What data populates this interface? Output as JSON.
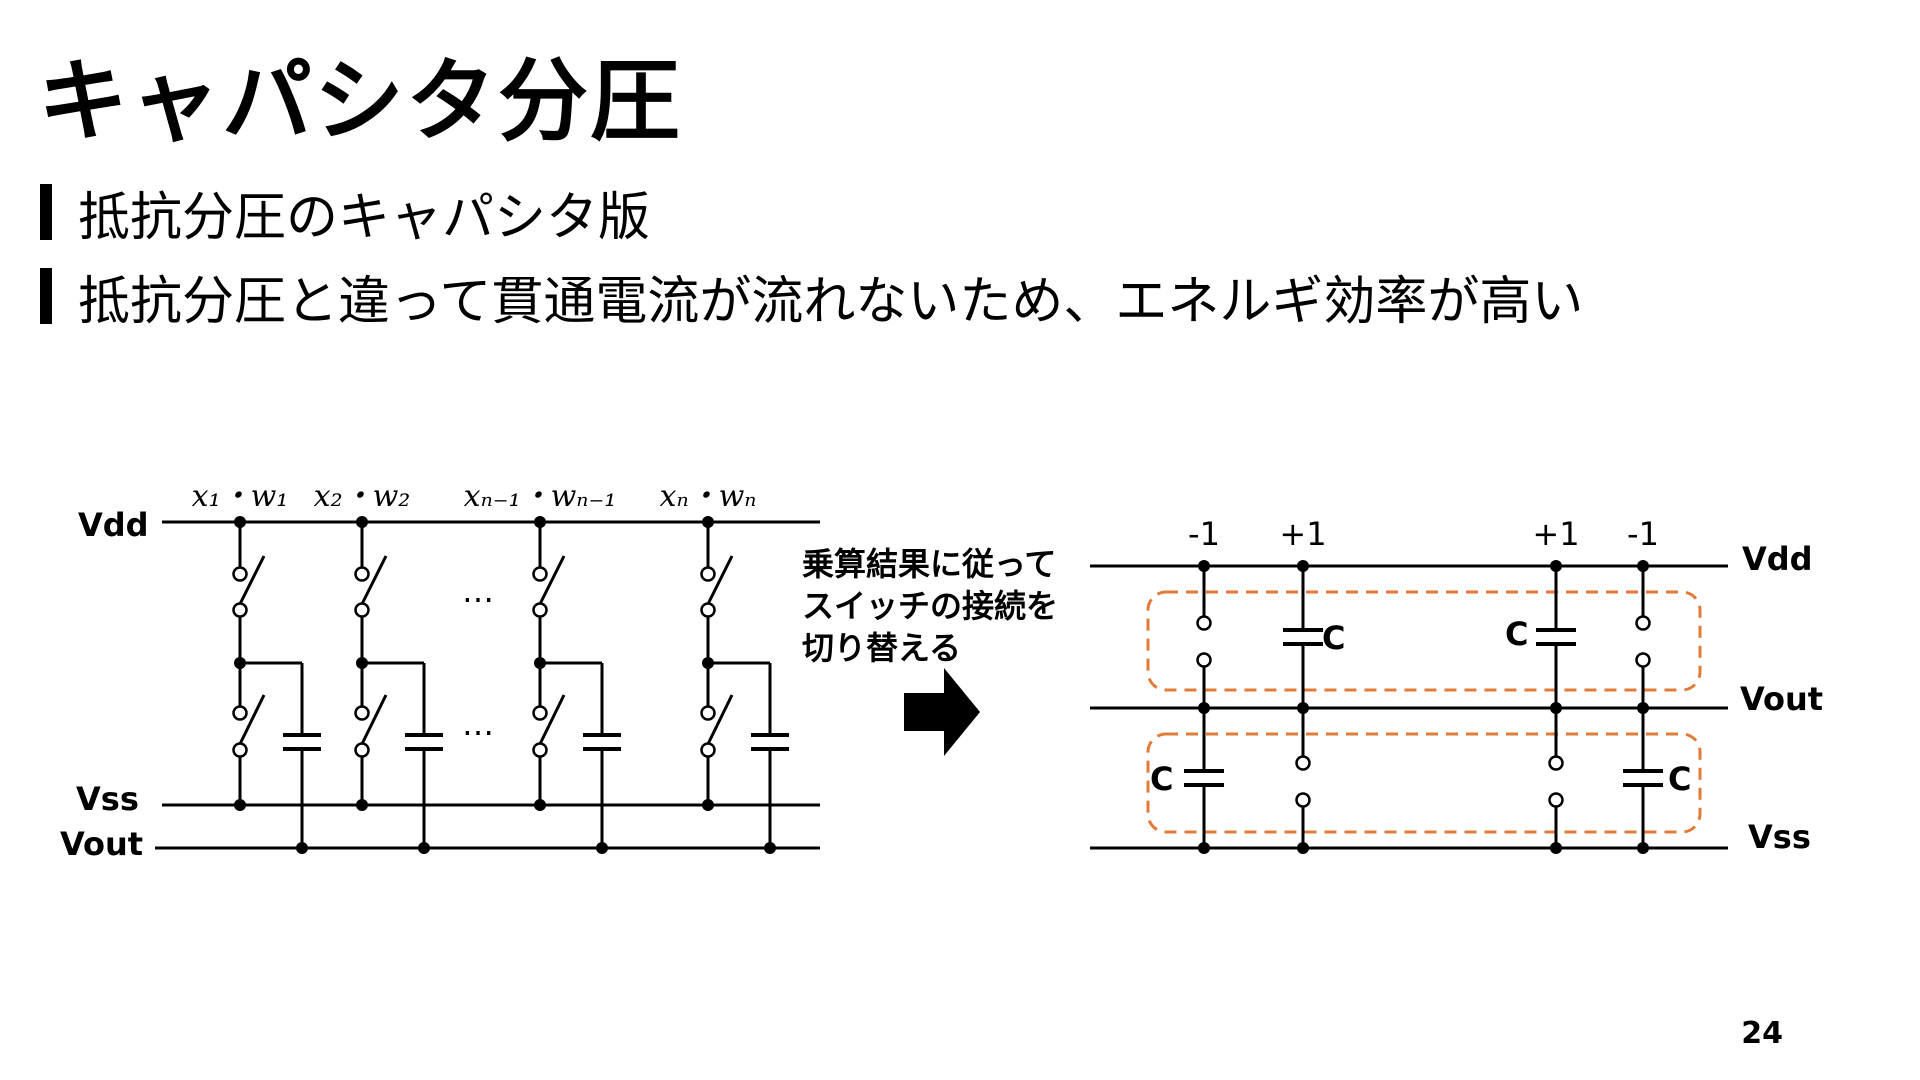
{
  "slide": {
    "title": "キャパシタ分圧",
    "bullets": [
      "抵抗分圧のキャパシタ版",
      "抵抗分圧と違って貫通電流が流れないため、エネルギ効率が高い"
    ],
    "page_number": "24"
  },
  "left_circuit": {
    "vdd": "Vdd",
    "vss": "Vss",
    "vout": "Vout",
    "weights": [
      "x₁・w₁",
      "x₂・w₂",
      "xₙ₋₁・wₙ₋₁",
      "xₙ・wₙ"
    ],
    "ellipsis": "…"
  },
  "middle_note": {
    "lines": [
      "乗算結果に従って",
      "スイッチの接続を",
      "切り替える"
    ]
  },
  "right_circuit": {
    "vdd": "Vdd",
    "vout": "Vout",
    "vss": "Vss",
    "column_values": [
      "-1",
      "+1",
      "+1",
      "-1"
    ],
    "capacitor_label": "C"
  },
  "colors": {
    "dashed_box": "#e07b39",
    "wire": "#000000"
  }
}
